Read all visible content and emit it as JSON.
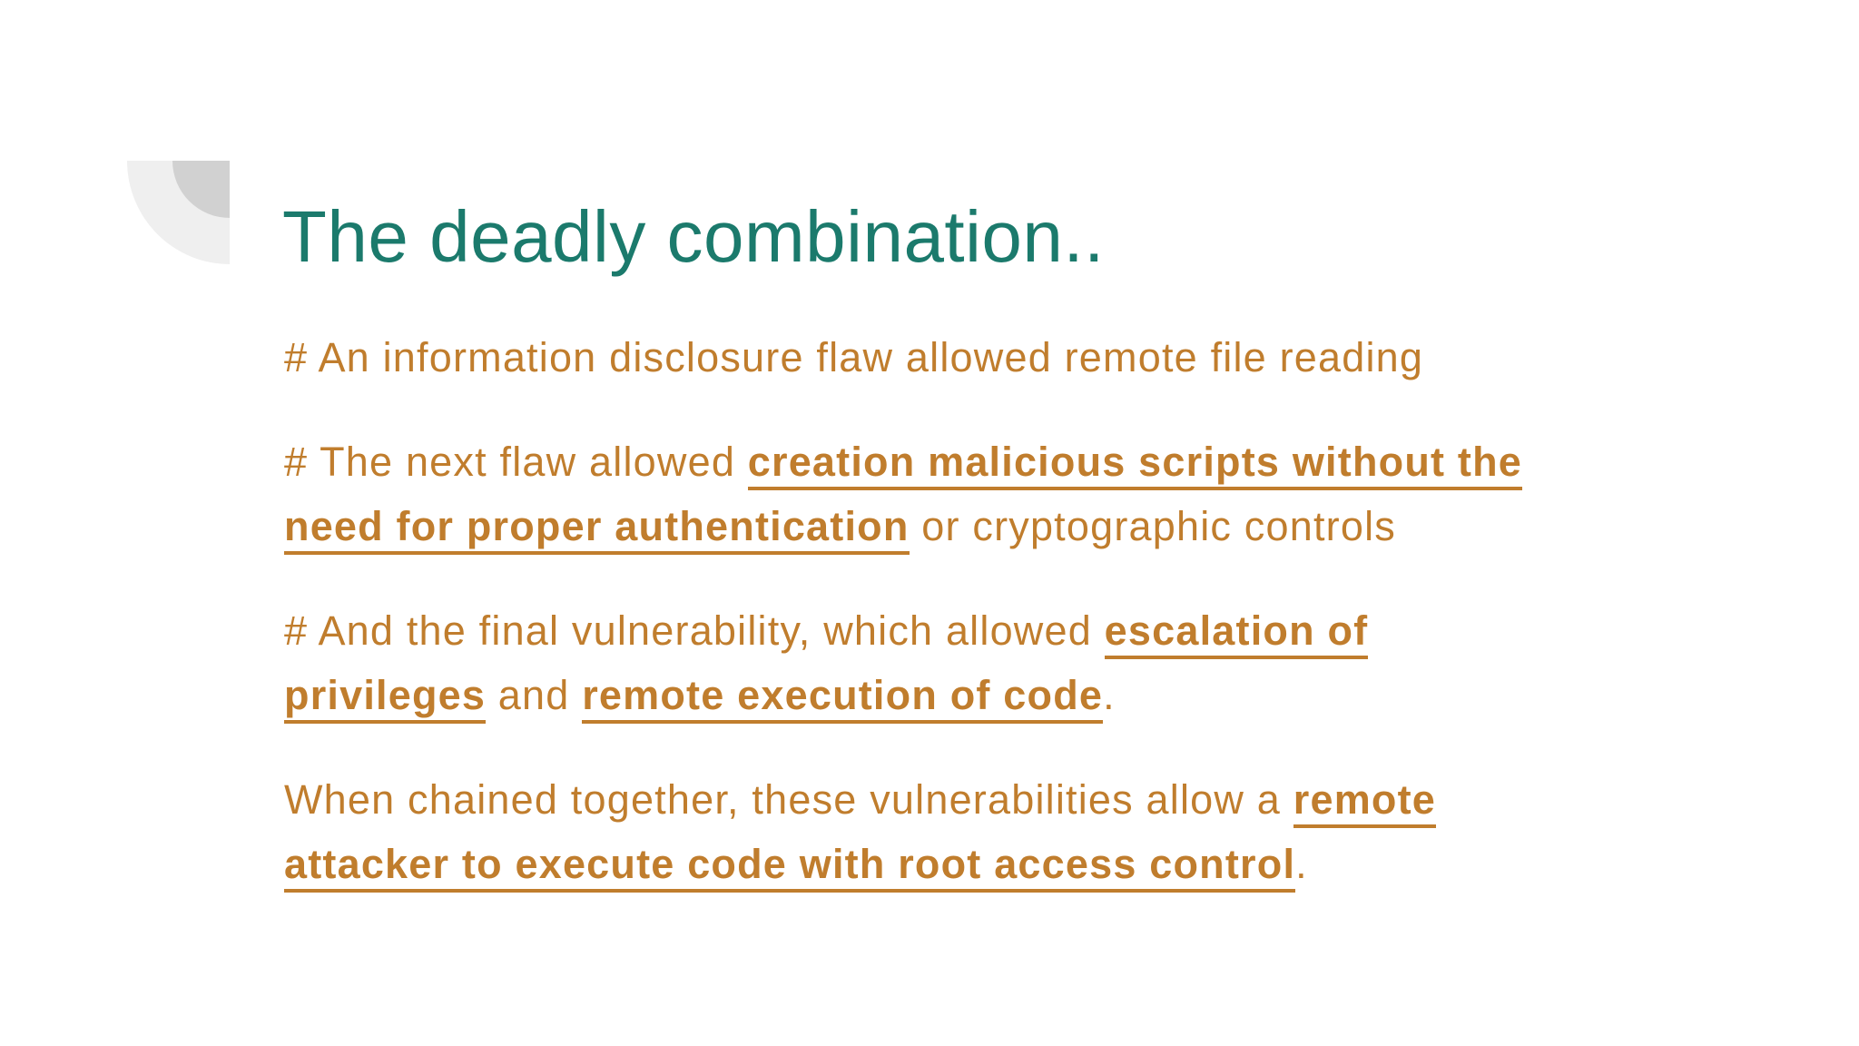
{
  "slide": {
    "background_color": "#ffffff",
    "title": {
      "text": "The deadly combination..",
      "color": "#1b7a6c"
    },
    "decoration": {
      "shape": "quarter-circle",
      "outer_color": "#efefef",
      "inner_color": "#d1d1d1"
    },
    "body": {
      "color": "#c07d2d",
      "paragraphs": [
        {
          "runs": [
            {
              "t": "# An information disclosure flaw allowed remote file reading"
            }
          ]
        },
        {
          "runs": [
            {
              "t": "# The next flaw allowed "
            },
            {
              "t": "creation malicious scripts without the",
              "b": true
            },
            {
              "br": true
            },
            {
              "t": "need for proper authentication",
              "b": true
            },
            {
              "t": " or cryptographic controls"
            }
          ]
        },
        {
          "runs": [
            {
              "t": "# And the final vulnerability, which allowed "
            },
            {
              "t": "escalation of",
              "b": true
            },
            {
              "br": true
            },
            {
              "t": "privileges",
              "b": true
            },
            {
              "t": " and "
            },
            {
              "t": "remote execution of code",
              "b": true
            },
            {
              "t": "."
            }
          ]
        },
        {
          "runs": [
            {
              "t": "When chained together, these vulnerabilities allow a "
            },
            {
              "t": "remote",
              "b": true
            },
            {
              "br": true
            },
            {
              "t": "attacker to execute code with root access control",
              "b": true
            },
            {
              "t": "."
            }
          ]
        }
      ]
    }
  }
}
